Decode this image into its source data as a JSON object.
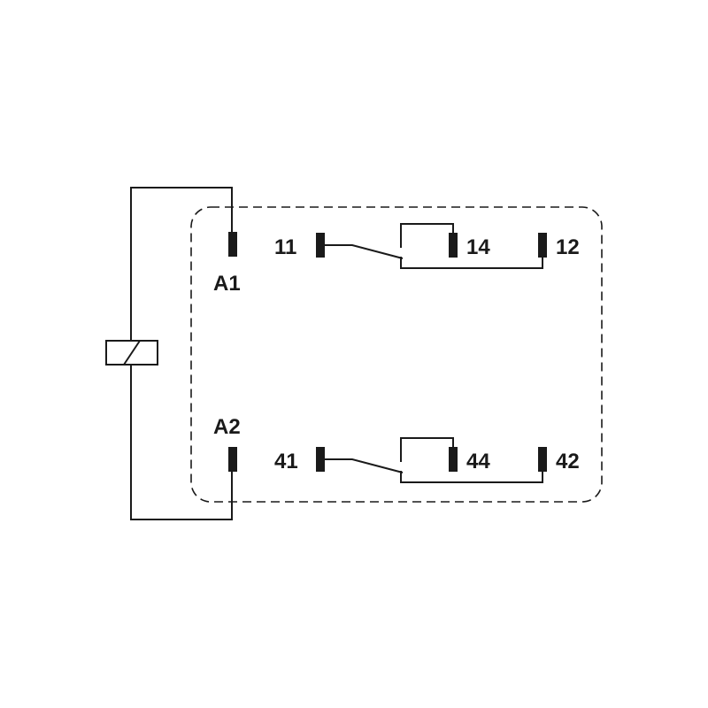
{
  "terminals": {
    "a1": "A1",
    "a2": "A2",
    "t11": "11",
    "t14": "14",
    "t12": "12",
    "t41": "41",
    "t44": "44",
    "t42": "42"
  },
  "colors": {
    "line": "#1a1a1a",
    "background": "#ffffff"
  }
}
